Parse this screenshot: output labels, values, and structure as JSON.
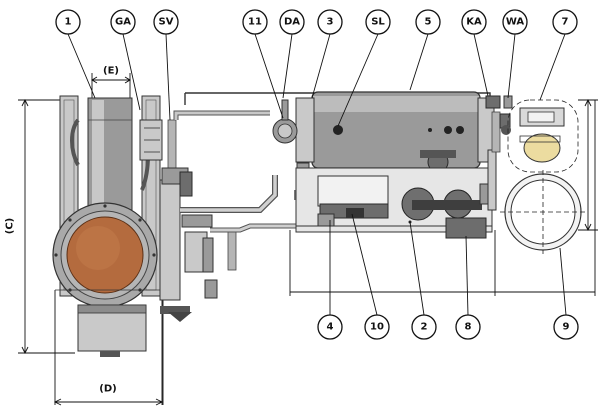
{
  "labels": {
    "b1": "1",
    "b2": "2",
    "b3": "3",
    "b4": "4",
    "b5": "5",
    "b7": "7",
    "b8": "8",
    "b9": "9",
    "b10": "10",
    "b11": "11",
    "bGA": "GA",
    "bSV": "SV",
    "bDA": "DA",
    "bSL": "SL",
    "bKA": "KA",
    "bWA": "WA"
  },
  "dimensions": {
    "C": "(C)",
    "D": "(D)",
    "E": "(E)"
  }
}
